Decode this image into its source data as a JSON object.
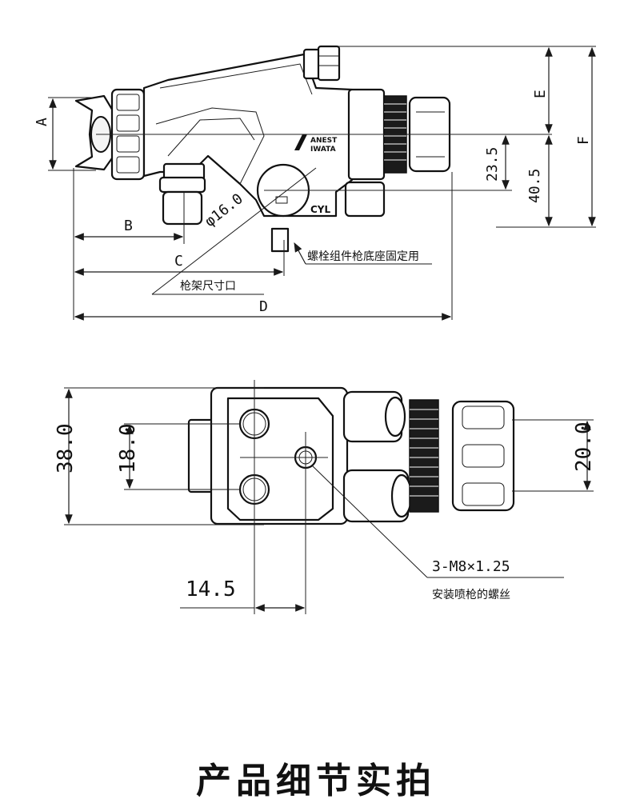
{
  "top_view": {
    "dim_labels": {
      "A": "A",
      "B": "B",
      "C": "C",
      "D": "D",
      "E": "E",
      "F": "F",
      "v23_5": "23.5",
      "v40_5": "40.5",
      "phi16": "φ16.0"
    },
    "body_text": {
      "brand_line1": "ANEST",
      "brand_line2": "IWATA",
      "cyl": "CYL"
    },
    "callouts": {
      "bolt_note": "螺栓组件枪底座固定用",
      "mount_note": "枪架尺寸口"
    }
  },
  "bottom_view": {
    "dim_labels": {
      "h38": "38.0",
      "h18": "18.0",
      "h20": "20.0",
      "w14_5": "14.5"
    },
    "callouts": {
      "thread_spec": "3-M8×1.25",
      "thread_note": "安装喷枪的螺丝"
    }
  },
  "caption": "产品细节实拍"
}
